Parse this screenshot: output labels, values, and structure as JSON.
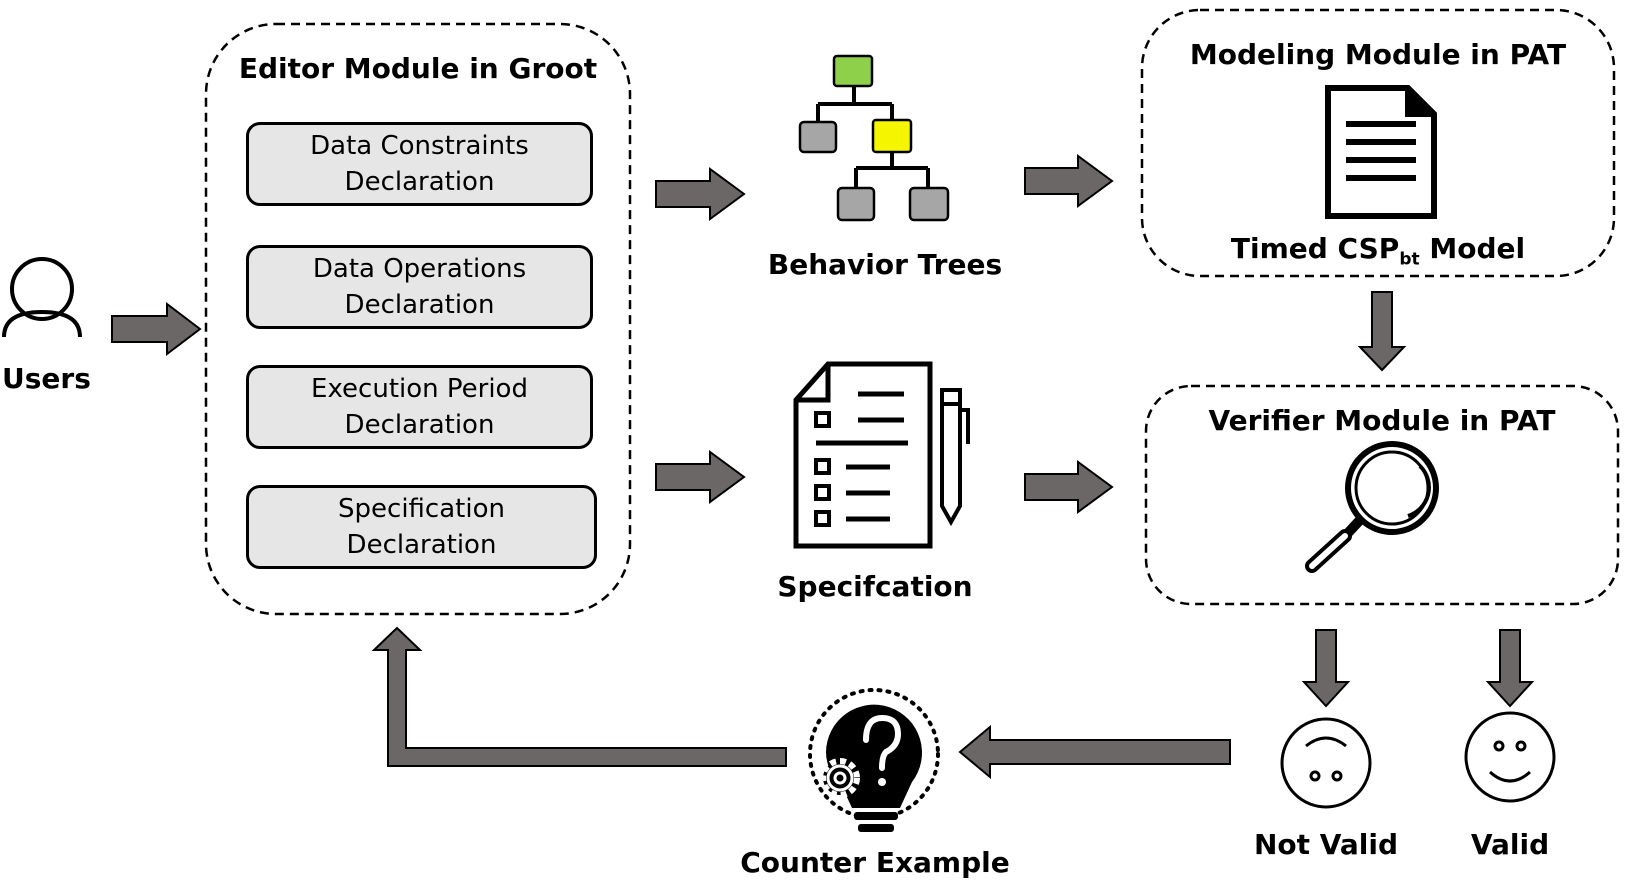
{
  "users": {
    "label": "Users"
  },
  "editor": {
    "title": "Editor Module in Groot",
    "items": [
      {
        "line1": "Data Constraints",
        "line2": "Declaration"
      },
      {
        "line1": "Data Operations",
        "line2": "Declaration"
      },
      {
        "line1": "Execution Period",
        "line2": "Declaration"
      },
      {
        "line1": "Specification",
        "line2": "Declaration"
      }
    ]
  },
  "behavior_trees": {
    "label": "Behavior Trees"
  },
  "specification": {
    "label": "Specifcation"
  },
  "modeling": {
    "title": "Modeling Module in PAT",
    "model_prefix": "Timed CSP",
    "model_sub": "bt",
    "model_suffix": " Model"
  },
  "verifier": {
    "title": "Verifier Module in PAT"
  },
  "outcomes": {
    "not_valid": "Not Valid",
    "valid": "Valid"
  },
  "counter_example": {
    "label": "Counter Example"
  },
  "colors": {
    "arrow_fill": "#6b6767",
    "node_green": "#8ed04a",
    "node_yellow": "#f5f500",
    "node_gray": "#a6a6a6",
    "decl_fill": "#e6e6e6"
  }
}
